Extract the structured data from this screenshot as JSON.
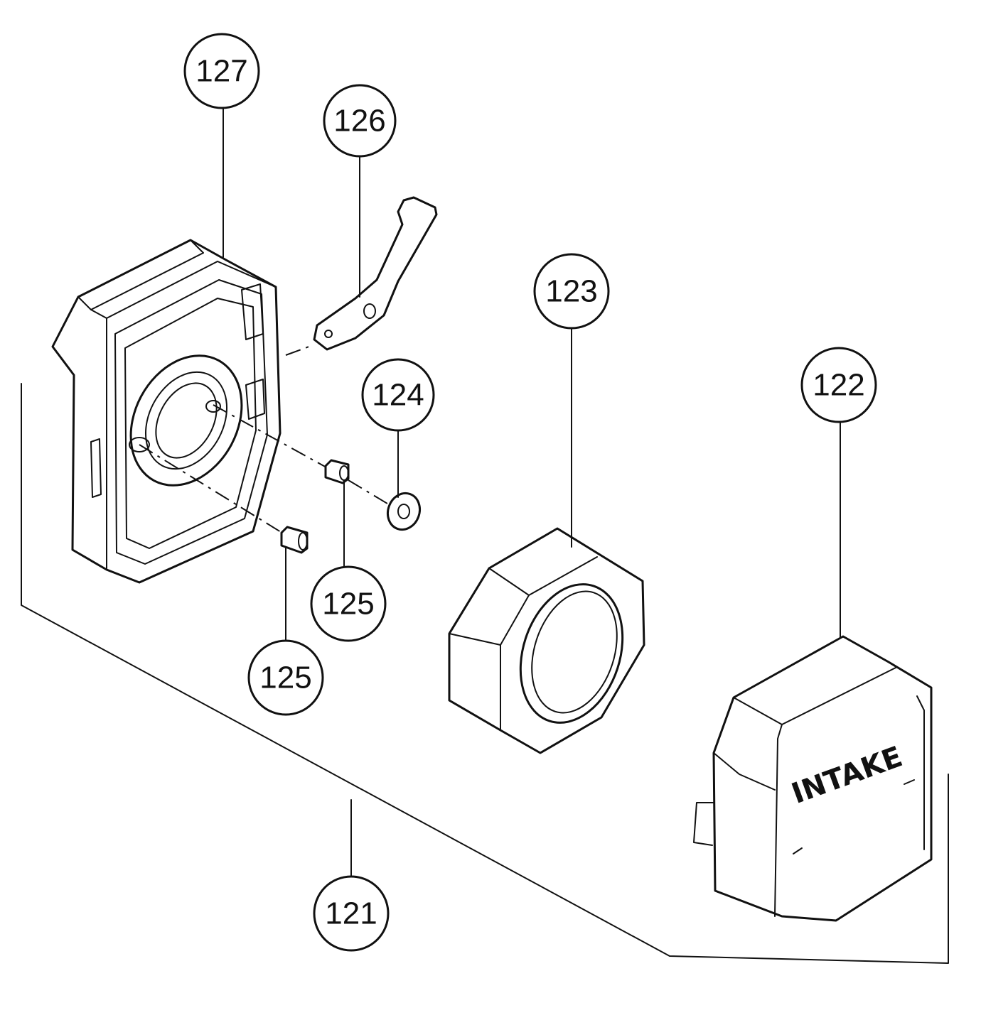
{
  "callouts": [
    {
      "id": "127",
      "label": "127"
    },
    {
      "id": "126",
      "label": "126"
    },
    {
      "id": "124",
      "label": "124"
    },
    {
      "id": "123",
      "label": "123"
    },
    {
      "id": "122",
      "label": "122"
    },
    {
      "id": "125a",
      "label": "125"
    },
    {
      "id": "125b",
      "label": "125"
    },
    {
      "id": "121",
      "label": "121"
    }
  ],
  "intake_cover": {
    "marking": "INTAKE"
  },
  "colors": {
    "ink": "#111111",
    "paper": "#ffffff"
  }
}
